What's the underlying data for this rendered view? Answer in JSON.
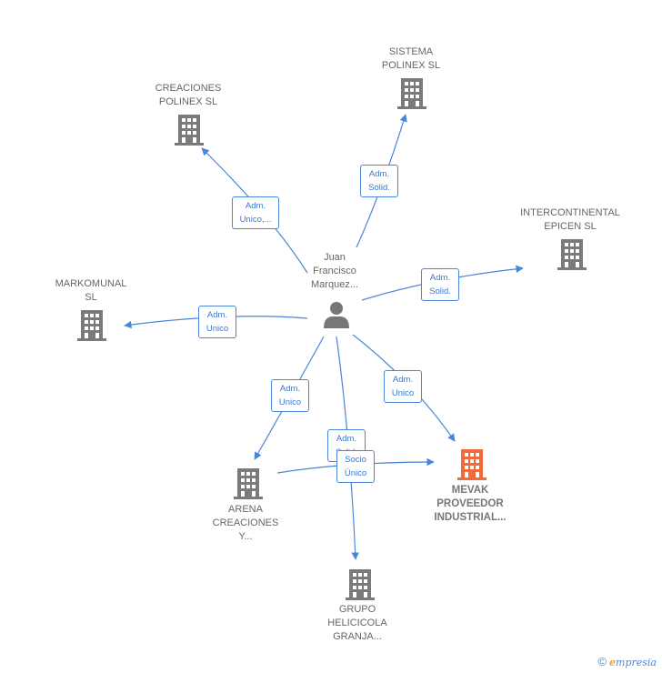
{
  "person": {
    "name_lines": [
      "Juan",
      "Francisco",
      "Marquez..."
    ]
  },
  "companies": {
    "creaciones_polinex": {
      "lines": [
        "CREACIONES",
        "POLINEX  SL"
      ]
    },
    "sistema_polinex": {
      "lines": [
        "SISTEMA",
        "POLINEX  SL"
      ]
    },
    "intercontinental_epicen": {
      "lines": [
        "INTERCONTINENTAL",
        "EPICEN SL"
      ]
    },
    "markomunal": {
      "lines": [
        "MARKOMUNAL",
        "SL"
      ]
    },
    "mevak": {
      "lines": [
        "MEVAK",
        "PROVEEDOR",
        "INDUSTRIAL..."
      ]
    },
    "arena_creaciones": {
      "lines": [
        "ARENA",
        "CREACIONES",
        "Y..."
      ]
    },
    "grupo_helicicola": {
      "lines": [
        "GRUPO",
        "HELICICOLA",
        "GRANJA..."
      ]
    }
  },
  "edges": {
    "creaciones_polinex": {
      "lines": [
        "Adm.",
        "Unico,..."
      ]
    },
    "sistema_polinex": {
      "lines": [
        "Adm.",
        "Solid."
      ]
    },
    "intercontinental_epicen": {
      "lines": [
        "Adm.",
        "Solid."
      ]
    },
    "markomunal": {
      "lines": [
        "Adm.",
        "Unico"
      ]
    },
    "arena_creaciones": {
      "lines": [
        "Adm.",
        "Unico"
      ]
    },
    "mevak": {
      "lines": [
        "Adm.",
        "Unico"
      ]
    },
    "grupo_helicicola": {
      "lines": [
        "Adm.",
        "Solid."
      ]
    },
    "arena_to_mevak": {
      "lines": [
        "Socio",
        "Único"
      ]
    }
  },
  "colors": {
    "line": "#4a86d8",
    "building": "#7a7a7a",
    "building_highlight": "#f06a3a",
    "person": "#777777"
  },
  "footer": {
    "copyright": "©",
    "brand_initial": "e",
    "brand_rest": "mpresia"
  }
}
